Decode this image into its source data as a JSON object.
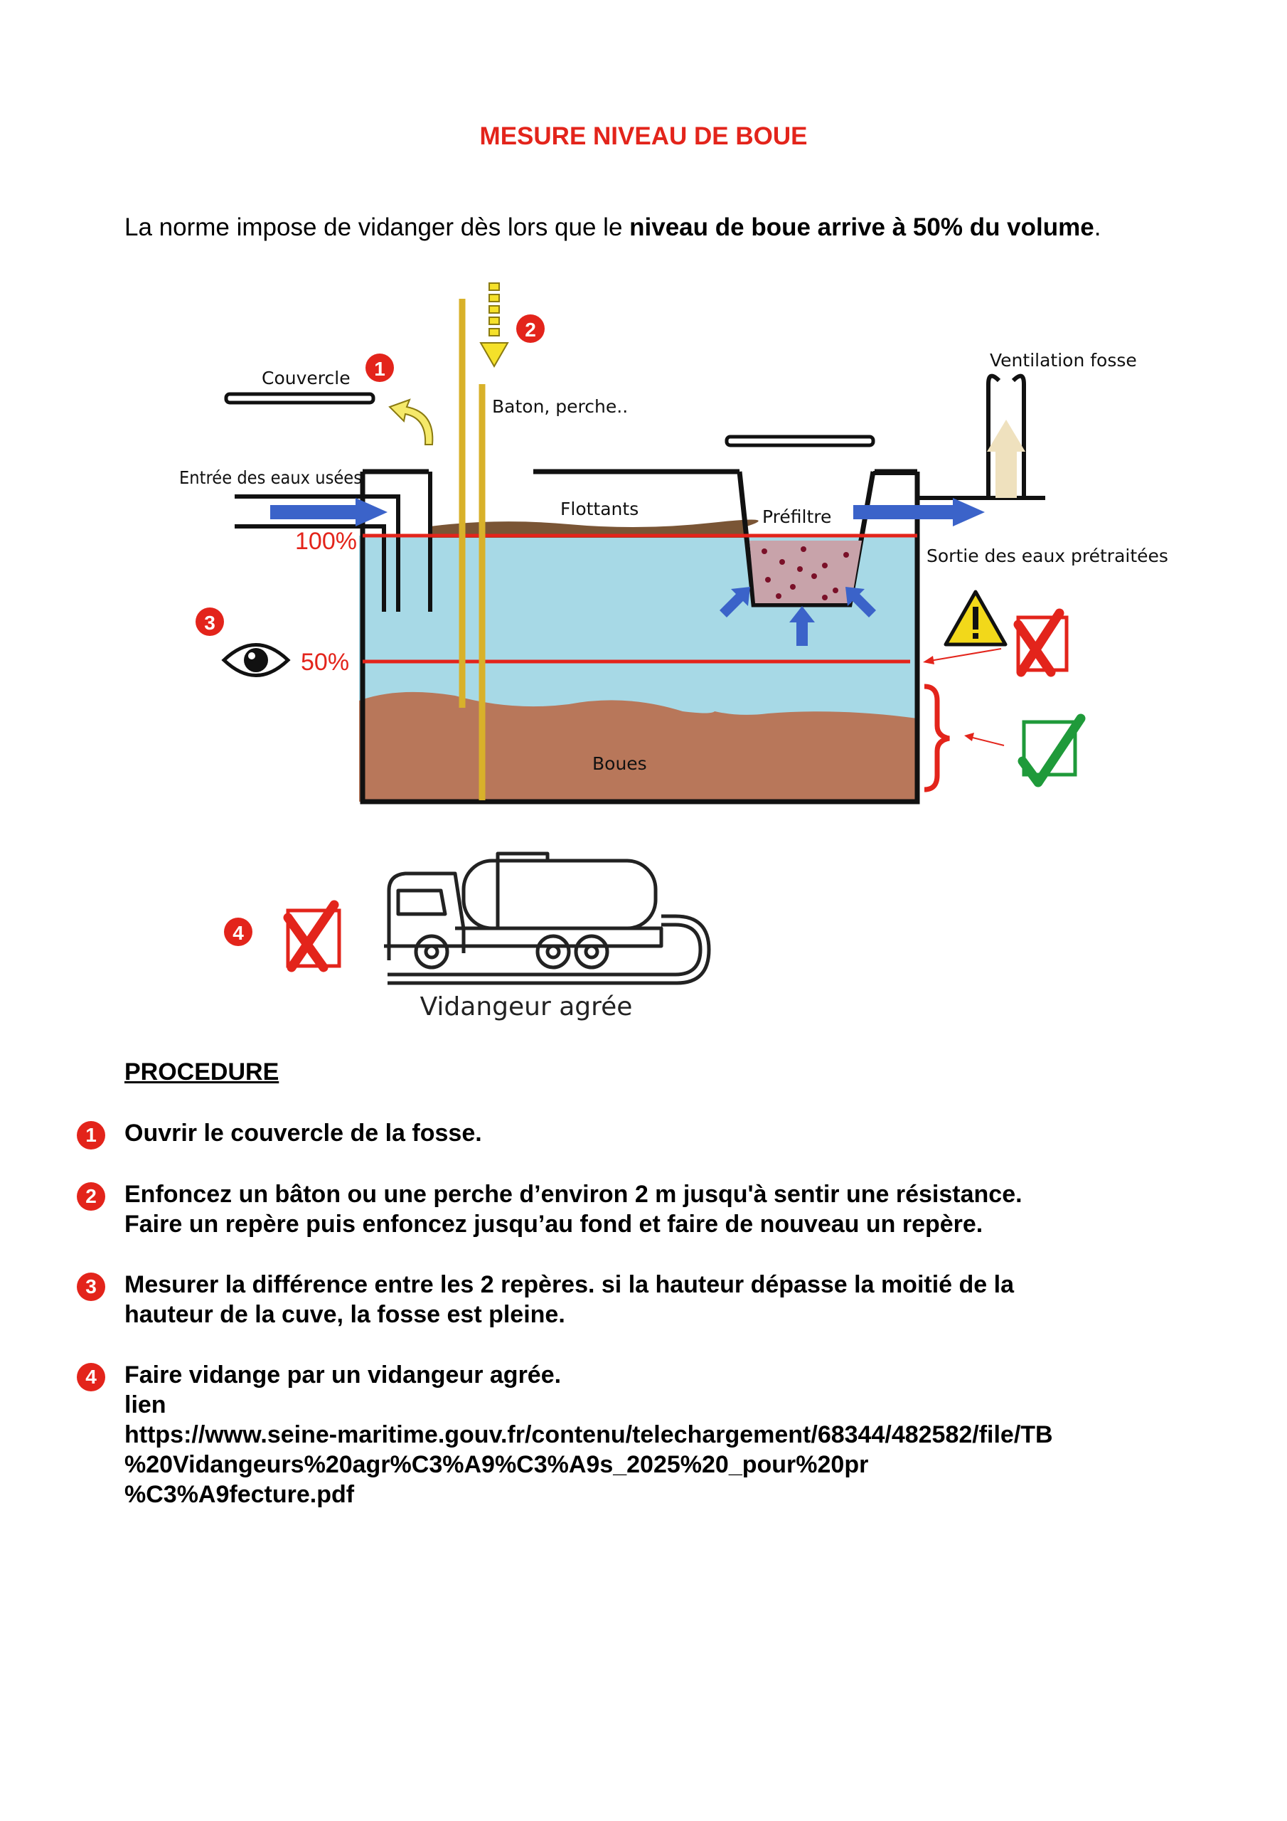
{
  "title": "MESURE NIVEAU DE BOUE",
  "intro": {
    "prefix": "La norme impose de vidanger dès lors que le ",
    "bold": "niveau de boue arrive à 50% du volume",
    "suffix": "."
  },
  "diagram": {
    "labels": {
      "couvercle": "Couvercle",
      "baton": "Baton, perche..",
      "ventilation": "Ventilation fosse",
      "entree": "Entrée des eaux usées",
      "flottants": "Flottants",
      "prefiltre": "Préfiltre",
      "sortie": "Sortie des eaux prétraitées",
      "boues": "Boues",
      "level_100": "100%",
      "level_50": "50%"
    },
    "markers": [
      "1",
      "2",
      "3",
      "4"
    ],
    "icons": [
      "eye-icon",
      "warning-icon",
      "red-cross-icon",
      "green-check-icon",
      "truck-icon"
    ],
    "truck_caption": "Vidangeur agrée",
    "colors": {
      "accent_red": "#e3241b",
      "water": "#a7d9e6",
      "sludge": "#b8775a",
      "pole": "#d8b12a",
      "green": "#1f9a3a",
      "blue_arrow": "#3b63c9"
    }
  },
  "procedure": {
    "title": "PROCEDURE",
    "steps": [
      {
        "num": "1",
        "lines": [
          "Ouvrir le couvercle de la fosse."
        ]
      },
      {
        "num": "2",
        "lines": [
          "Enfoncez un bâton ou une perche d’environ 2 m jusqu'à sentir une résistance.",
          "Faire un repère puis enfoncez jusqu’au fond et faire de nouveau un repère."
        ]
      },
      {
        "num": "3",
        "lines": [
          "Mesurer la différence entre les 2 repères. si la hauteur dépasse la moitié de la",
          "hauteur de la cuve, la fosse est pleine."
        ]
      },
      {
        "num": "4",
        "lines": [
          "Faire vidange par un vidangeur agrée.",
          "lien",
          "https://www.seine-maritime.gouv.fr/contenu/telechargement/68344/482582/file/TB",
          "%20Vidangeurs%20agr%C3%A9%C3%A9s_2025%20_pour%20pr",
          "%C3%A9fecture.pdf"
        ]
      }
    ]
  }
}
